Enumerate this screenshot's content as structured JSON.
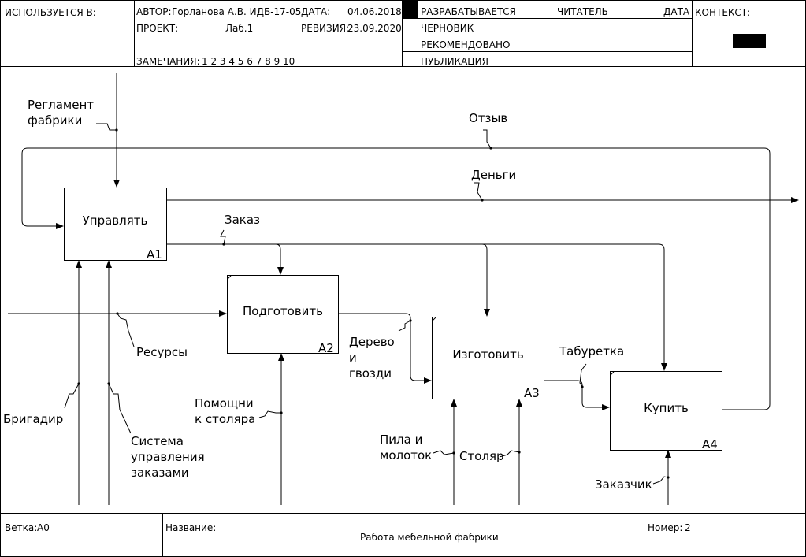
{
  "header": {
    "used_in": "ИСПОЛЬЗУЕТСЯ В:",
    "author_label": "АВТОР:",
    "author": "Горланова А.В. ИДБ-17-05",
    "date_label": "ДАТА:",
    "date": "04.06.2018",
    "project_label": "ПРОЕКТ:",
    "project": "Лаб.1",
    "revision_label": "РЕВИЗИЯ:",
    "revision": "23.09.2020",
    "notes_label": "ЗАМЕЧАНИЯ:",
    "notes": "1 2 3 4 5 6 7 8 9 10",
    "status": [
      "РАЗРАБАТЫВАЕТСЯ",
      "ЧЕРНОВИК",
      "РЕКОМЕНДОВАНО",
      "ПУБЛИКАЦИЯ"
    ],
    "reader_label": "ЧИТАТЕЛЬ",
    "reader_date_label": "ДАТА",
    "context_label": "КОНТЕКСТ:"
  },
  "footer": {
    "node_label": "Ветка:",
    "node": "A0",
    "title_label": "Название:",
    "title": "Работа мебельной фабрики",
    "number_label": "Номер:",
    "number": "2"
  },
  "boxes": [
    {
      "name": "Управлять",
      "num": "A1"
    },
    {
      "name": "Подготовить",
      "num": "A2"
    },
    {
      "name": "Изготовить",
      "num": "A3"
    },
    {
      "name": "Купить",
      "num": "A4"
    }
  ],
  "arrows": {
    "reglament": "Регламент\nфабрики",
    "otzyv": "Отзыв",
    "dengi": "Деньги",
    "zakaz": "Заказ",
    "resursy": "Ресурсы",
    "brigadir": "Бригадир",
    "sistema": "Система\nуправления\nзаказами",
    "pomoshnik": "Помощни\nк столяра",
    "derevo": "Дерево\nи\nгвозди",
    "tabuyretka": "Табуретка",
    "pila": "Пила и\nмолоток",
    "stolyar": "Столяр",
    "zakazchik": "Заказчик"
  },
  "colors": {
    "line": "#000000",
    "background": "#ffffff"
  }
}
